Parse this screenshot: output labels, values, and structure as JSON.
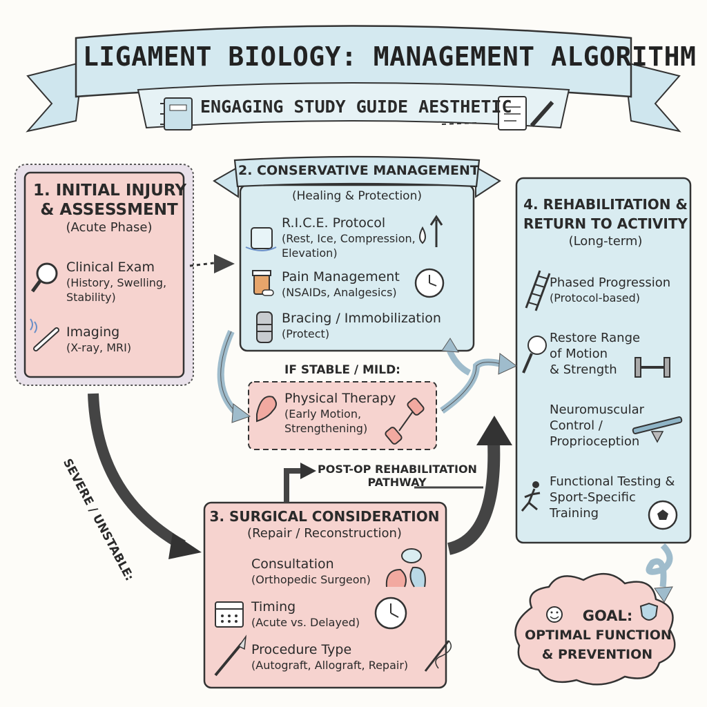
{
  "header": {
    "title": "LIGAMENT BIOLOGY: MANAGEMENT ALGORITHM",
    "subtitle": "ENGAGING STUDY GUIDE AESTHETIC"
  },
  "step1": {
    "title_line1": "1. INITIAL INJURY",
    "title_line2": "& ASSESSMENT",
    "phase": "(Acute Phase)",
    "items": [
      {
        "label": "Clinical Exam",
        "detail1": "(History, Swelling,",
        "detail2": "Stability)",
        "icon": "magnifier-icon"
      },
      {
        "label": "Imaging",
        "detail1": "(X-ray, MRI)",
        "icon": "bone-icon"
      }
    ]
  },
  "step2": {
    "title": "2. CONSERVATIVE MANAGEMENT",
    "subtitle": "(Healing & Protection)",
    "items": [
      {
        "label": "R.I.C.E. Protocol",
        "detail1": "(Rest, Ice, Compression,",
        "detail2": "Elevation)",
        "icon": "ice-cube-icon"
      },
      {
        "label": "Pain Management",
        "detail1": "(NSAIDs, Analgesics)",
        "icon": "pill-bottle-icon"
      },
      {
        "label": "Bracing / Immobilization",
        "detail1": "(Protect)",
        "icon": "knee-brace-icon"
      }
    ]
  },
  "branch_stable": {
    "condition": "IF STABLE / MILD:",
    "label": "Physical Therapy",
    "detail1": "(Early Motion,",
    "detail2": "Strengthening)"
  },
  "branch_severe": {
    "condition": "SEVERE / UNSTABLE:"
  },
  "post_op": {
    "line1": "POST-OP REHABILITATION",
    "line2": "PATHWAY"
  },
  "step3": {
    "title": "3. SURGICAL CONSIDERATION",
    "subtitle": "(Repair / Reconstruction)",
    "items": [
      {
        "label": "Consultation",
        "detail1": "(Orthopedic Surgeon)",
        "icon": "speech-heads-icon"
      },
      {
        "label": "Timing",
        "detail1": "(Acute vs. Delayed)",
        "icon": "calendar-icon"
      },
      {
        "label": "Procedure Type",
        "detail1": "(Autograft, Allograft, Repair)",
        "icon": "scalpel-icon"
      }
    ]
  },
  "step4": {
    "title_line1": "4. REHABILITATION &",
    "title_line2": "RETURN TO ACTIVITY",
    "subtitle": "(Long-term)",
    "items": [
      {
        "label1": "Phased Progression",
        "label2": "(Protocol-based)",
        "icon": "ladder-icon"
      },
      {
        "label1": "Restore Range",
        "label2": "of Motion",
        "label3": "& Strength",
        "icon": "goniometer-icon"
      },
      {
        "label1": "Neuromuscular",
        "label2": "Control /",
        "label3": "Proprioception",
        "icon": "balance-board-icon"
      },
      {
        "label1": "Functional Testing &",
        "label2": "Sport-Specific",
        "label3": "Training",
        "icon": "runner-icon"
      }
    ]
  },
  "goal": {
    "line1": "GOAL:",
    "line2": "OPTIMAL FUNCTION",
    "line3": "& PREVENTION"
  },
  "colors": {
    "pink": "#f6d3cf",
    "blue": "#d9ecf1",
    "ink": "#2a2a2a",
    "arrow": "#444444"
  }
}
